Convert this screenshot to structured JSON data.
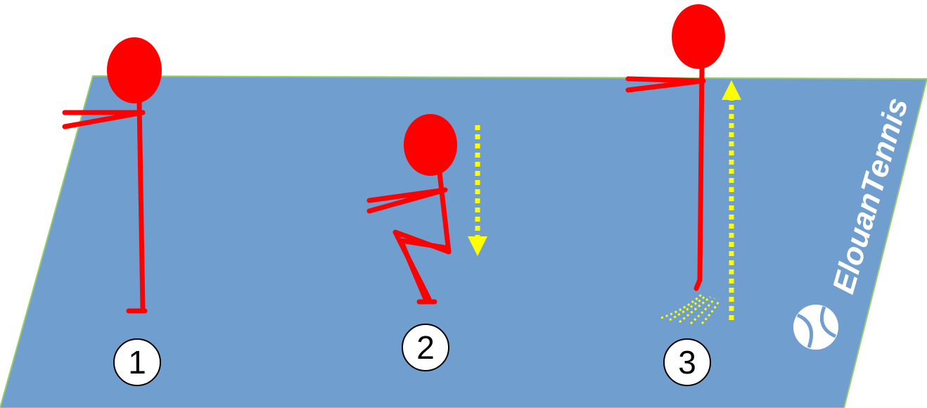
{
  "brand": {
    "name": "ElouanTennis"
  },
  "steps": [
    {
      "number": "1"
    },
    {
      "number": "2"
    },
    {
      "number": "3"
    }
  ],
  "colors": {
    "court": "#6f9ecf",
    "court_edge": "#9acd67",
    "figure": "#ff0000",
    "arrow": "#ffff00",
    "brand": "#ffffff",
    "label_fill": "#ffffff",
    "label_stroke": "#000000"
  }
}
